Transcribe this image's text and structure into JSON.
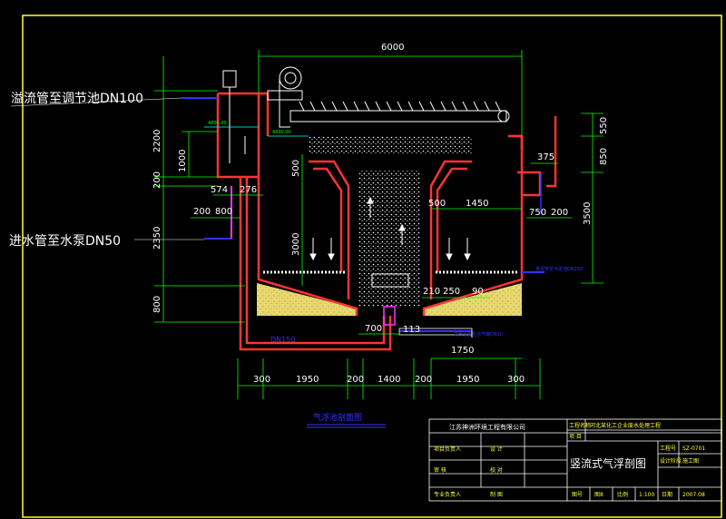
{
  "colors": {
    "background": "#000000",
    "wall": "#ff3333",
    "dimension": "#00ff00",
    "text": "#ffffff",
    "sludge": "#e8d870",
    "pipe_blue": "#3333ff",
    "pipe_magenta": "#ff33ff"
  },
  "annotations": {
    "overflow_pipe": "溢流管至调节池DN100",
    "inlet_pipe": "进水管至水泵DN50",
    "section_title": "气浮池剖面图",
    "dn150": "DN150"
  },
  "dims": {
    "top_width": "6000",
    "h2200": "2200",
    "h1000": "1000",
    "h200": "200",
    "h2350": "2350",
    "h800": "800",
    "h3000": "3000",
    "h500l": "500",
    "w574": "574",
    "w276": "276",
    "w200": "200",
    "w800": "800",
    "w500": "500",
    "w1450": "1450",
    "w375": "375",
    "w750": "750",
    "w200r": "200",
    "h550": "550",
    "h850": "850",
    "h3500": "3500",
    "w210": "210",
    "w250": "250",
    "w90": "90",
    "w700": "700",
    "w113": "113",
    "w1750": "1750",
    "b300a": "300",
    "b1950a": "1950",
    "b200a": "200",
    "b1400": "1400",
    "b200b": "200",
    "b1950b": "1950",
    "b300b": "300"
  },
  "small_labels": {
    "level1": "4800.00",
    "level2": "4300.00",
    "pipe_right": "排泥管至污泥池DN150",
    "pipe_bottom": "溶气水管至溶气罐DN50"
  },
  "title_block": {
    "company": "江苏神洲环境工程有限公司",
    "project_label": "工程名称",
    "project_name": "河北某化工企业废水处理工程",
    "item_label": "项  目",
    "row1_a": "项目负责人",
    "row1_b": "设  计",
    "row2_a": "审  核",
    "row2_b": "校  对",
    "row3_a": "专业负责人",
    "row3_b": "制  图",
    "drawing_title": "竖流式气浮剖图",
    "dwg_no_label": "工程号",
    "dwg_no": "SZ-0701",
    "stage_label": "设计阶段",
    "stage": "施工图",
    "fig_no_label": "图号",
    "fig_no": "图8",
    "scale_label": "比例",
    "scale": "1:100",
    "date_label": "日期",
    "date": "2007.08"
  }
}
